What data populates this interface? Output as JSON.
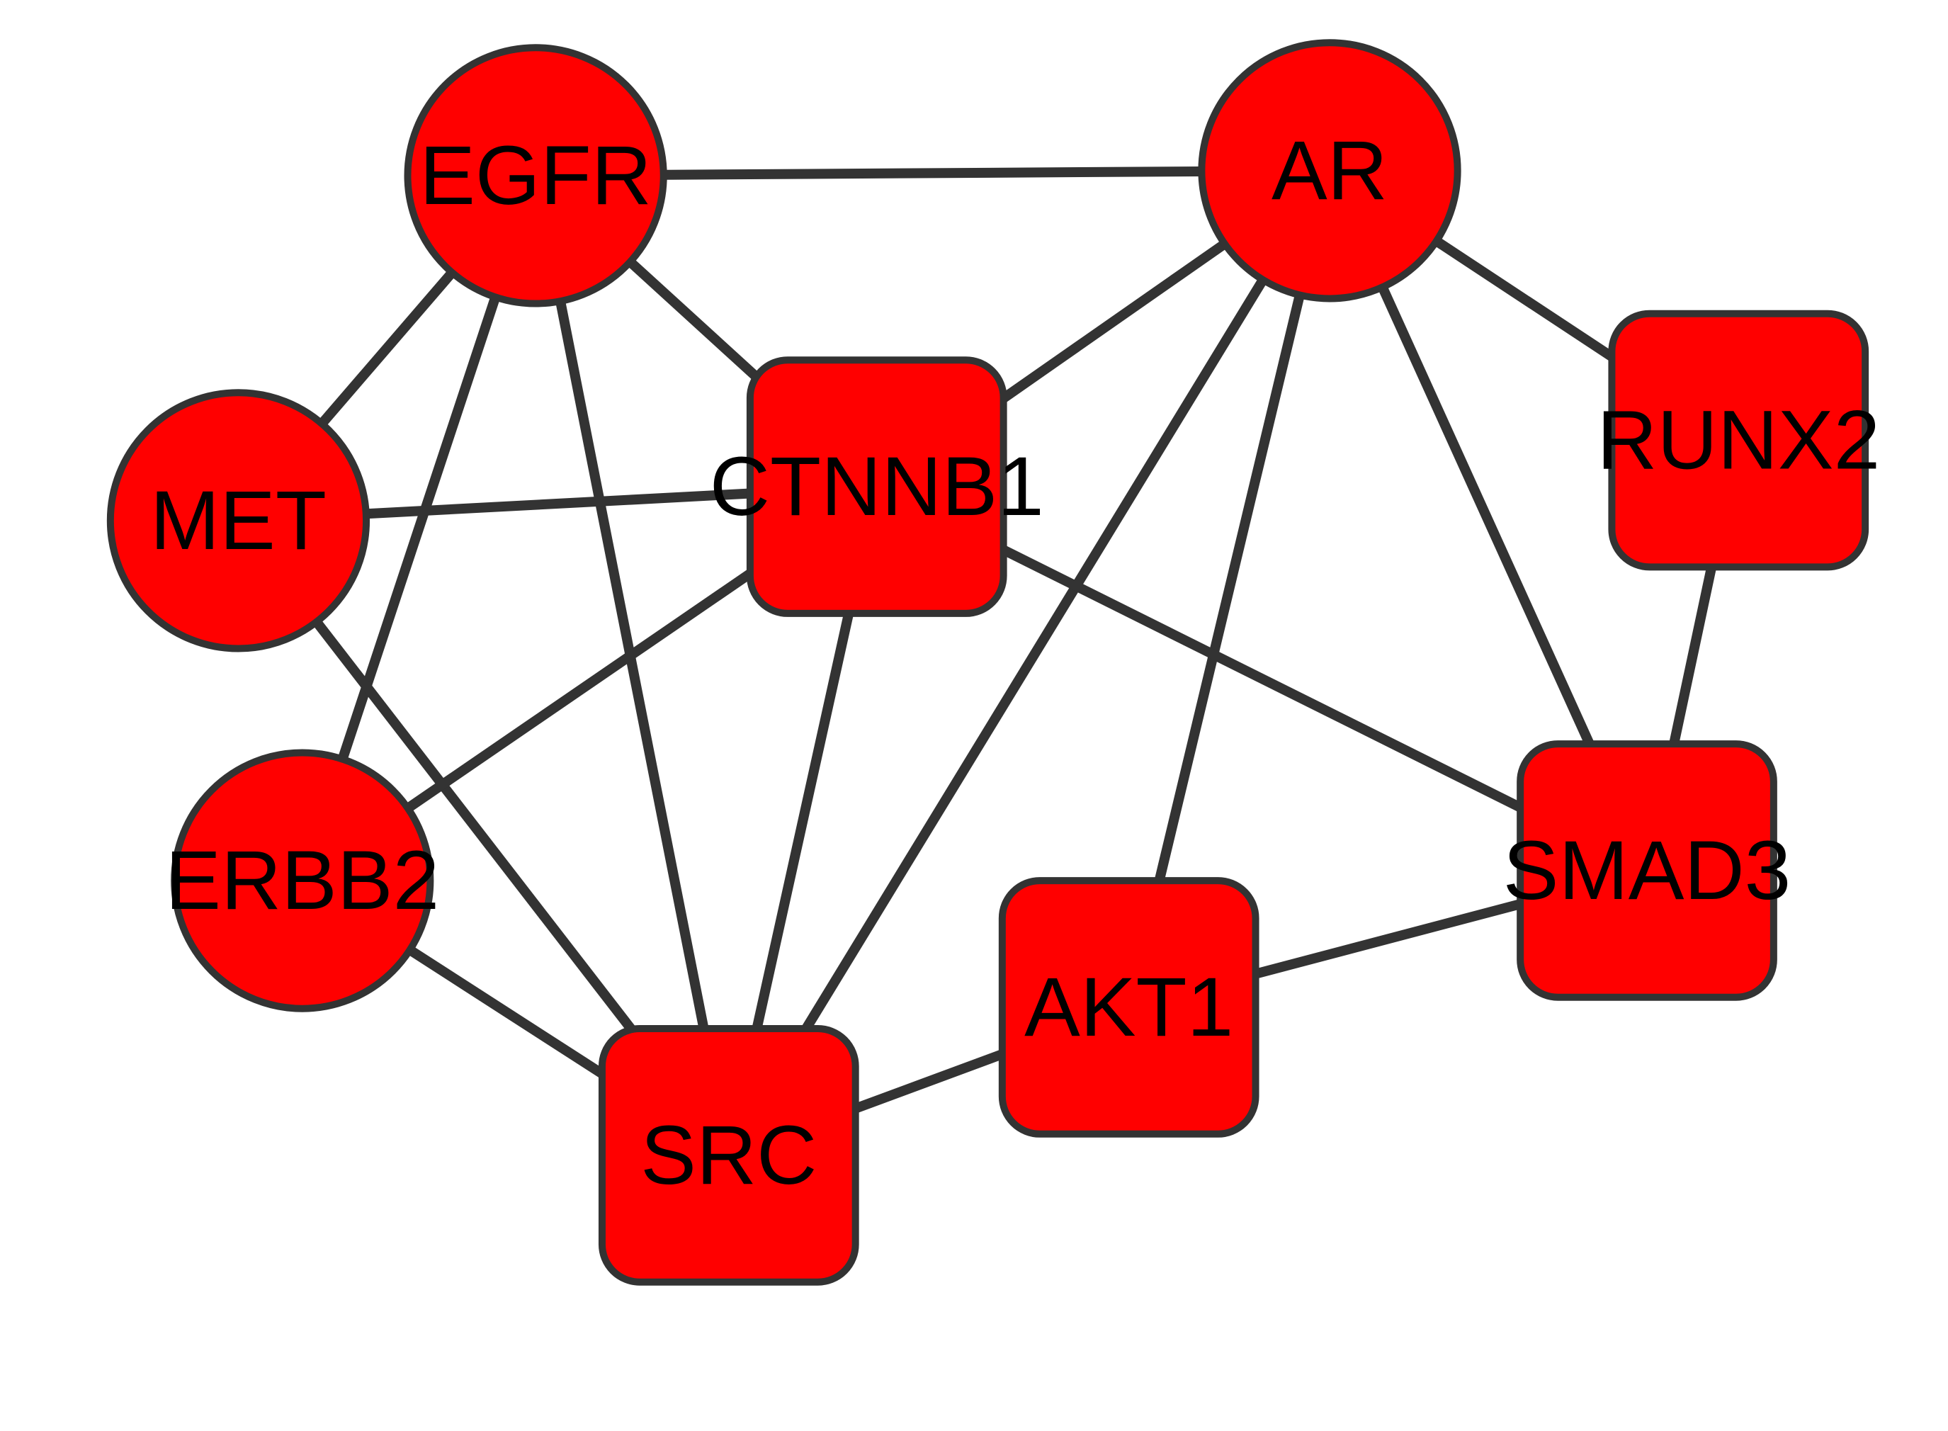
{
  "network": {
    "colors": {
      "node_fill": "#ff0000",
      "node_border": "#333333",
      "edge": "#333333",
      "label": "#000000",
      "background": "#ffffff"
    },
    "nodes": [
      {
        "id": "EGFR",
        "label": "EGFR",
        "shape": "circle"
      },
      {
        "id": "AR",
        "label": "AR",
        "shape": "circle"
      },
      {
        "id": "MET",
        "label": "MET",
        "shape": "circle"
      },
      {
        "id": "ERBB2",
        "label": "ERBB2",
        "shape": "circle"
      },
      {
        "id": "CTNNB1",
        "label": "CTNNB1",
        "shape": "rounded-square"
      },
      {
        "id": "RUNX2",
        "label": "RUNX2",
        "shape": "rounded-square"
      },
      {
        "id": "SMAD3",
        "label": "SMAD3",
        "shape": "rounded-square"
      },
      {
        "id": "AKT1",
        "label": "AKT1",
        "shape": "rounded-square"
      },
      {
        "id": "SRC",
        "label": "SRC",
        "shape": "rounded-square"
      }
    ],
    "edges": [
      {
        "source": "EGFR",
        "target": "AR"
      },
      {
        "source": "EGFR",
        "target": "MET"
      },
      {
        "source": "EGFR",
        "target": "ERBB2"
      },
      {
        "source": "EGFR",
        "target": "CTNNB1"
      },
      {
        "source": "EGFR",
        "target": "SRC"
      },
      {
        "source": "AR",
        "target": "CTNNB1"
      },
      {
        "source": "AR",
        "target": "RUNX2"
      },
      {
        "source": "AR",
        "target": "SMAD3"
      },
      {
        "source": "AR",
        "target": "AKT1"
      },
      {
        "source": "AR",
        "target": "SRC"
      },
      {
        "source": "MET",
        "target": "CTNNB1"
      },
      {
        "source": "MET",
        "target": "SRC"
      },
      {
        "source": "ERBB2",
        "target": "CTNNB1"
      },
      {
        "source": "ERBB2",
        "target": "SRC"
      },
      {
        "source": "CTNNB1",
        "target": "SRC"
      },
      {
        "source": "CTNNB1",
        "target": "SMAD3"
      },
      {
        "source": "RUNX2",
        "target": "SMAD3"
      },
      {
        "source": "SMAD3",
        "target": "AKT1"
      },
      {
        "source": "AKT1",
        "target": "SRC"
      }
    ]
  }
}
